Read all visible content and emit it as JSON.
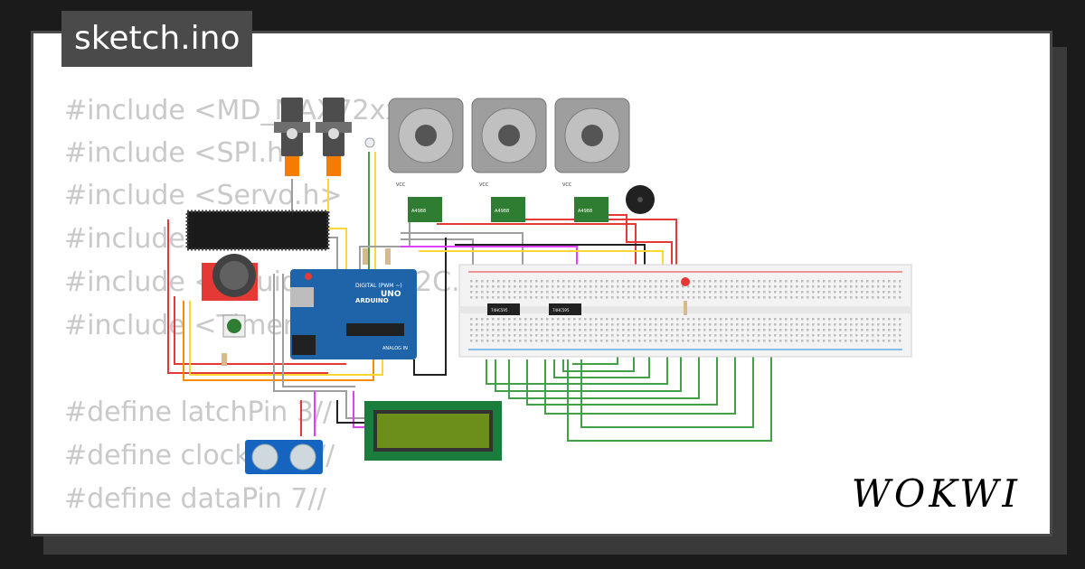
{
  "tab": {
    "title": "sketch.ino"
  },
  "code": {
    "lines": [
      "#include <MD_MAX72xx.h>",
      "#include <SPI.h>",
      "#include <Servo.h>",
      "#include <Wire.h>",
      "#include <LiquidCrystal_I2C.h>",
      "#include <TimerOne.h>",
      "",
      "#define latchPin 3//",
      "#define clockPin 4//",
      "#define dataPin 7//"
    ]
  },
  "components": {
    "arduino_brand": "ARDUINO",
    "arduino_model": "UNO",
    "arduino_pwm": "DIGITAL (PWM ~)",
    "arduino_analog": "ANALOG IN",
    "driver_label": "A4988",
    "vcc_label": "VCC",
    "ic_label": "74HC595"
  },
  "branding": {
    "logo": "WOKWI"
  },
  "colors": {
    "accent": "#4a4a4a",
    "background": "#1b1b1b",
    "code_text": "#c9c9c9"
  }
}
